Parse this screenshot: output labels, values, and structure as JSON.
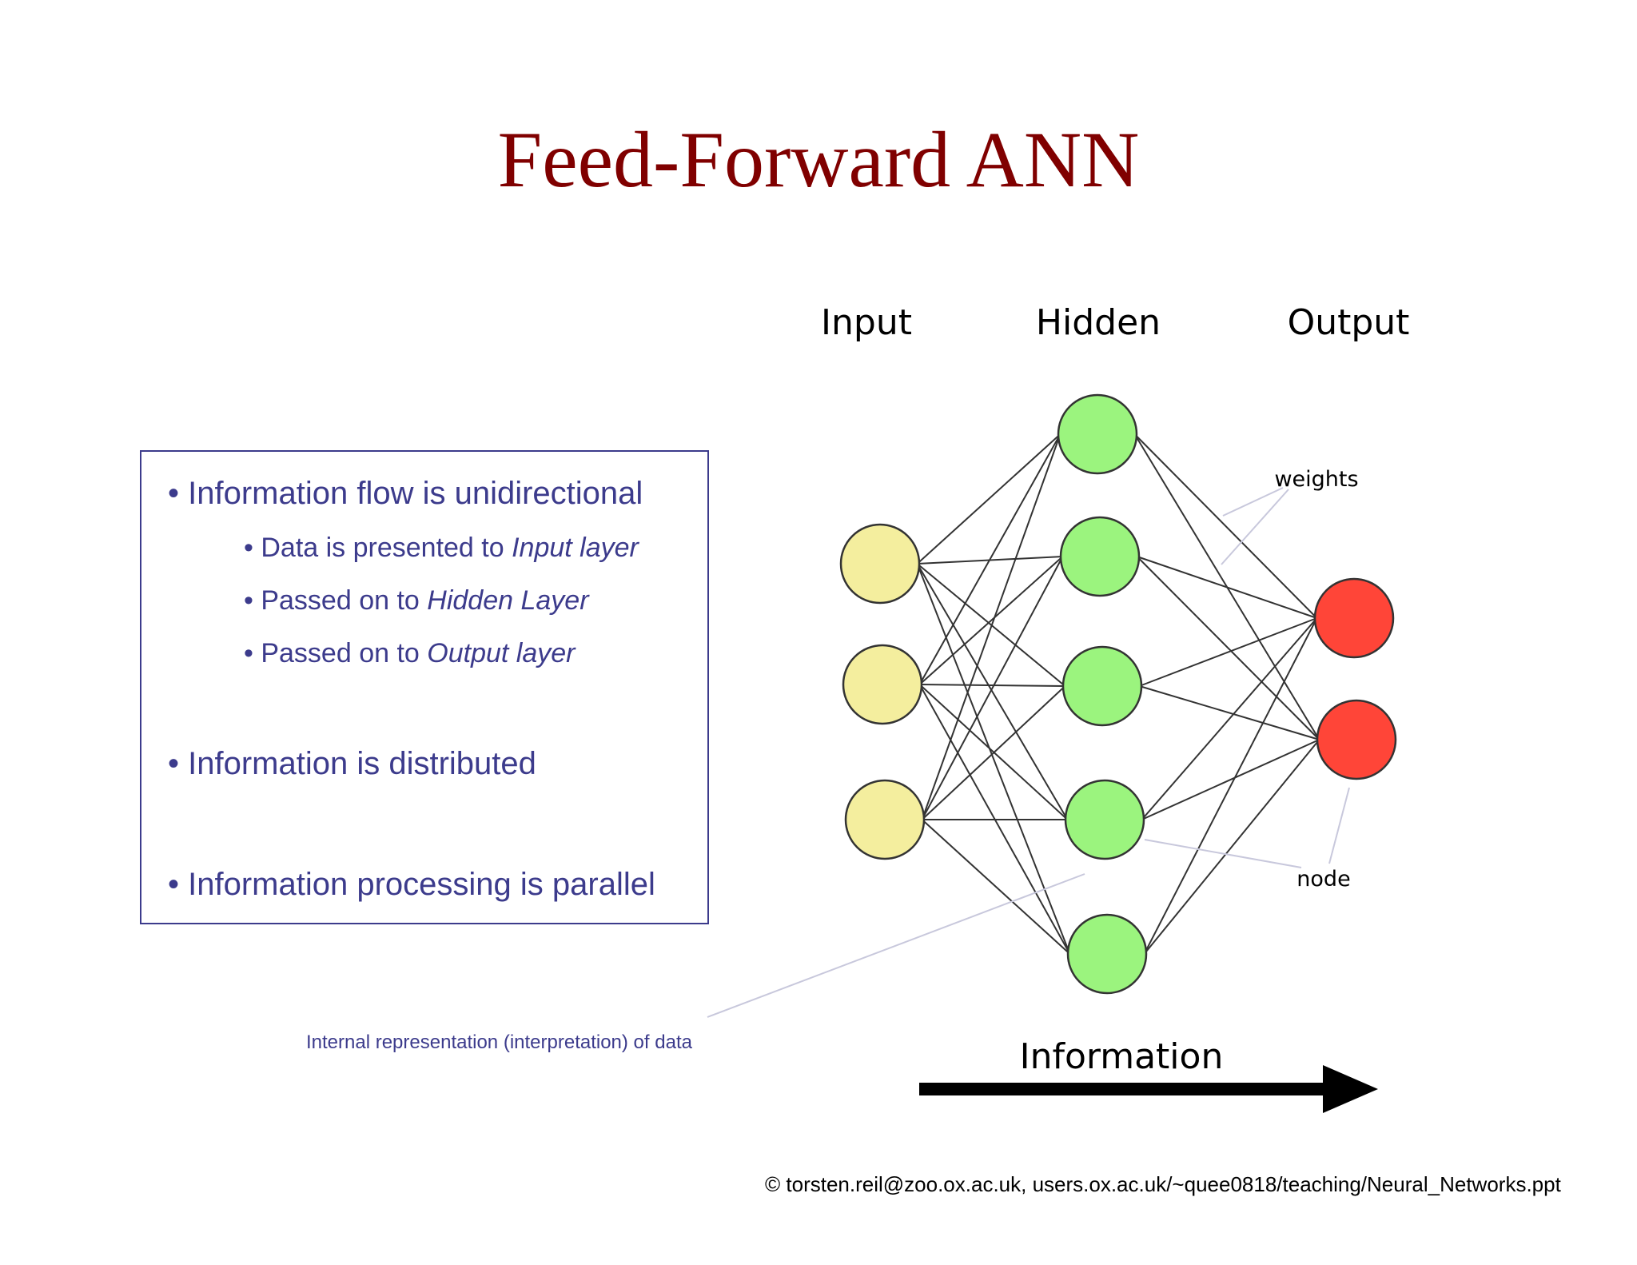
{
  "title": "Feed-Forward ANN",
  "bullets": {
    "b1": "• Information flow is unidirectional",
    "s1": {
      "prefix": "• Data is presented to ",
      "em": "Input layer"
    },
    "s2": {
      "prefix": "• Passed on to ",
      "em": "Hidden Layer"
    },
    "s3": {
      "prefix": "• Passed on to ",
      "em": "Output layer"
    },
    "b2": "• Information is distributed",
    "b3": "• Information processing is parallel"
  },
  "diagram": {
    "layer_labels": {
      "input": "Input",
      "hidden": "Hidden",
      "output": "Output"
    },
    "annotations": {
      "weights": "weights",
      "node": "node"
    },
    "flow_label": "Information",
    "layers": [
      {
        "name": "input",
        "nodes": 3,
        "color": "#f4ee9e"
      },
      {
        "name": "hidden",
        "nodes": 5,
        "color": "#9bf47e"
      },
      {
        "name": "output",
        "nodes": 2,
        "color": "#ff4538"
      }
    ]
  },
  "caption": "Internal representation (interpretation) of data",
  "credit": "© torsten.reil@zoo.ox.ac.uk, users.ox.ac.uk/~quee0818/teaching/Neural_Networks.ppt"
}
